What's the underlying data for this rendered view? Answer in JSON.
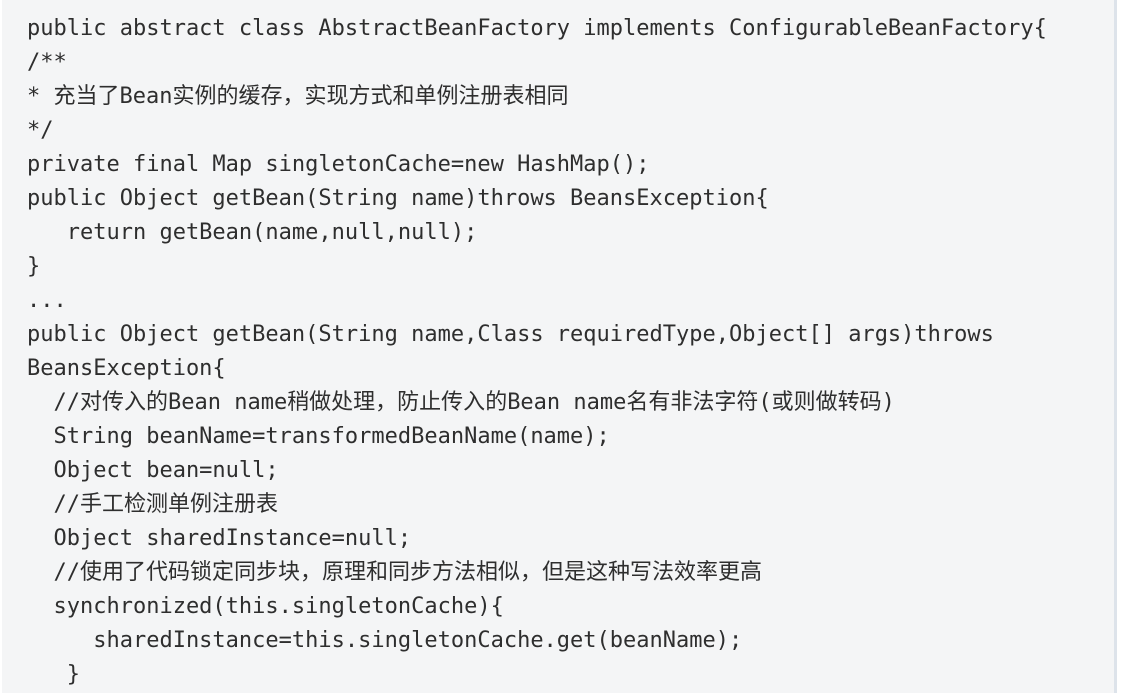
{
  "colors": {
    "page_background": "#ffffff",
    "code_background": "#f4f5f6",
    "code_text": "#2e2e2e",
    "right_border": "#dde3ea"
  },
  "code": {
    "language_hint": "java",
    "lines": [
      "public abstract class AbstractBeanFactory implements ConfigurableBeanFactory{",
      "/**",
      "* 充当了Bean实例的缓存，实现方式和单例注册表相同",
      "*/",
      "private final Map singletonCache=new HashMap();",
      "public Object getBean(String name)throws BeansException{",
      "   return getBean(name,null,null);",
      "}",
      "...",
      "public Object getBean(String name,Class requiredType,Object[] args)throws",
      "BeansException{",
      "  //对传入的Bean name稍做处理，防止传入的Bean name名有非法字符(或则做转码)",
      "  String beanName=transformedBeanName(name);",
      "  Object bean=null;",
      "  //手工检测单例注册表",
      "  Object sharedInstance=null;",
      "  //使用了代码锁定同步块，原理和同步方法相似，但是这种写法效率更高",
      "  synchronized(this.singletonCache){",
      "     sharedInstance=this.singletonCache.get(beanName);",
      "   }"
    ]
  }
}
